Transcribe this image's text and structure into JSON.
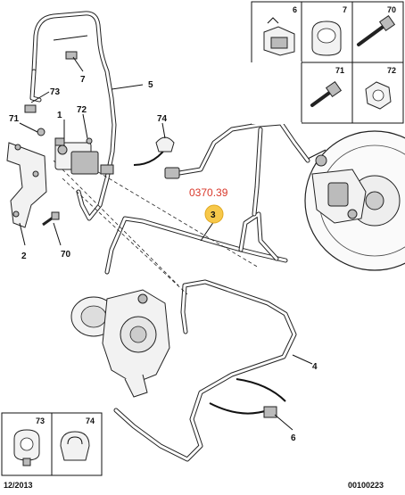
{
  "reference_code": "0370.39",
  "highlight_label": "3",
  "footer": {
    "date": "12/2013",
    "diagram_code": "00100223"
  },
  "callouts": {
    "c1": "1",
    "c2": "2",
    "c4": "4",
    "c5": "5",
    "c6": "6",
    "c7": "7",
    "c70": "70",
    "c71": "71",
    "c72": "72",
    "c73": "73",
    "c74": "74"
  },
  "inset_top": {
    "cells": [
      "6",
      "7",
      "70",
      "71",
      "72"
    ]
  },
  "inset_bottom": {
    "cells": [
      "73",
      "74"
    ]
  }
}
